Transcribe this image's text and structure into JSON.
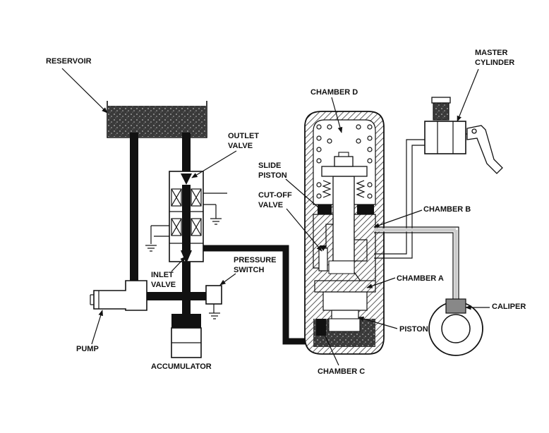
{
  "labels": {
    "reservoir": "RESERVOIR",
    "outlet_valve": [
      "OUTLET",
      "VALVE"
    ],
    "inlet_valve": [
      "INLET",
      "VALVE"
    ],
    "pressure_switch": [
      "PRESSURE",
      "SWITCH"
    ],
    "pump": "PUMP",
    "accumulator": "ACCUMULATOR",
    "chamber_d": "CHAMBER D",
    "slide_piston": [
      "SLIDE",
      "PISTON"
    ],
    "cutoff_valve": [
      "CUT-OFF",
      "VALVE"
    ],
    "chamber_b": "CHAMBER B",
    "chamber_a": "CHAMBER A",
    "piston": "PISTON",
    "chamber_c": "CHAMBER C",
    "master_cylinder": [
      "MASTER",
      "CYLINDER"
    ],
    "caliper": "CALIPER"
  }
}
